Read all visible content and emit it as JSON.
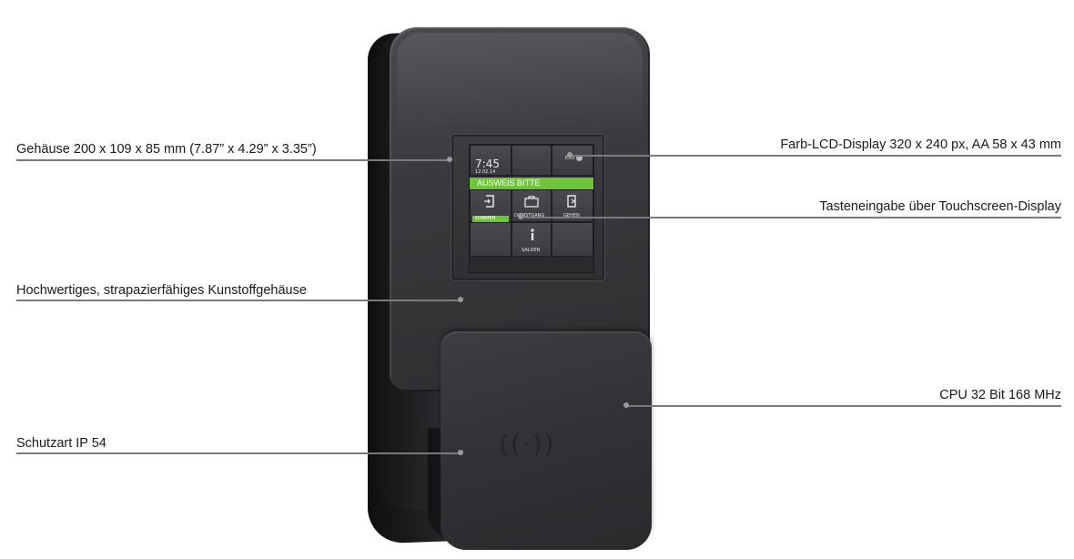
{
  "callouts": {
    "housing_size": "Gehäuse 200 x 109 x 85 mm (7.87” x 4.29” x 3.35”)",
    "material": "Hochwertiges, strapazierfähiges Kunstoffgehäuse",
    "protection": "Schutzart IP 54",
    "display": "Farb-LCD-Display 320 x 240 px, AA 58 x 43 mm",
    "touch": "Tasteneingabe über Touchscreen-Display",
    "cpu": "CPU 32 Bit 168 MHz"
  },
  "screen": {
    "time": "7:45",
    "date": "12.02.14",
    "exit_label": "EXIT",
    "prompt": "AUSWEIS BITTE",
    "kommen_label": "KOMMEN",
    "dienstgang_label": "DIENSTGANG",
    "gehen_label": "GEHEN",
    "salden_label": "SALDEN",
    "icons": [
      "door-in-icon",
      "briefcase-icon",
      "door-out-icon",
      "info-icon"
    ]
  },
  "device": {
    "rfid_symbol": "((·))"
  },
  "colors": {
    "accent_green": "#6fc43c",
    "device_body": "#3a3a3e",
    "callout_line": "#7a7a7a"
  }
}
